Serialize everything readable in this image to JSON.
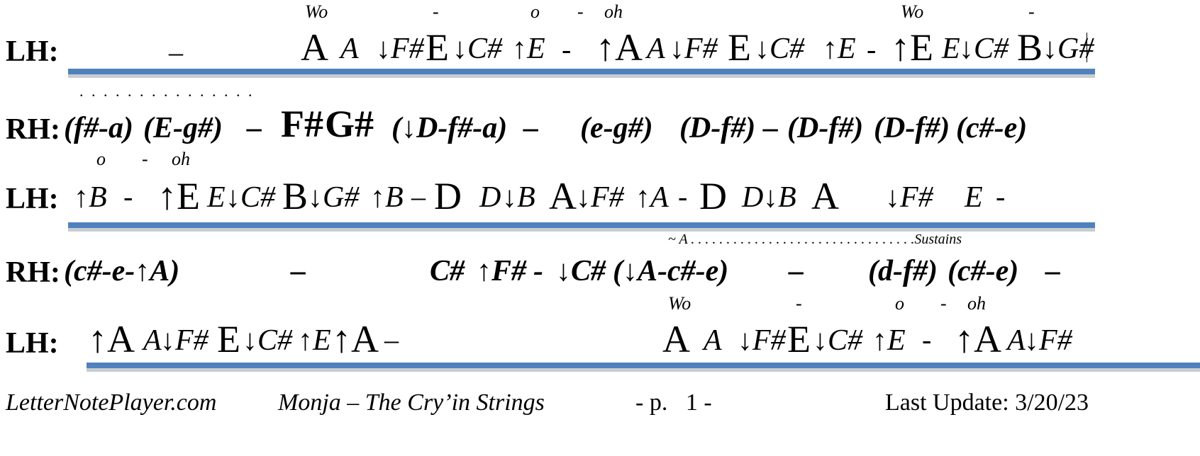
{
  "labels": {
    "lh": "LH:",
    "rh": "RH:"
  },
  "lyrics1": [
    "Wo",
    "-",
    "o",
    "-",
    "oh",
    "Wo",
    "-"
  ],
  "line1_notes": [
    "–",
    "A",
    "A",
    "↓F#",
    "E",
    "↓C#",
    "↑E",
    "-",
    "↑A",
    "A",
    "↓F#",
    "E",
    "↓C#",
    "↑E",
    "-",
    "↑E",
    "E",
    "↓C#",
    "B",
    "↓G#"
  ],
  "dots1": ". . . . . . . . . . . . . . .",
  "rh1_notes": [
    "(f#-a)",
    "(E-g#)",
    "–",
    "F#",
    "G#",
    "(↓D-f#-a)",
    "–",
    "(e-g#)",
    "(D-f#)",
    "–",
    "(D-f#)",
    "(D-f#)",
    "(c#-e)"
  ],
  "lyrics2": [
    "o",
    "-",
    "oh"
  ],
  "line2_notes": [
    "↑B",
    "-",
    "↑E",
    "E",
    "↓C#",
    "B",
    "↓G#",
    "↑B",
    "–",
    "D",
    "D",
    "↓B",
    "A",
    "↓F#",
    "↑A",
    "-",
    "D",
    "D",
    "↓B",
    "A",
    "↓F#",
    "E",
    "-"
  ],
  "sustain_note": "~ A . . . . . . . . . . . . . . . . . . . . . . . . . . . . . . . .Sustains",
  "rh2_notes": [
    "(c#-e-↑A)",
    "–",
    "C#",
    "↑F#",
    "-",
    "↓C#",
    "(↓A-c#-e)",
    "–",
    "(d-f#)",
    "(c#-e)",
    "–"
  ],
  "lyrics3": [
    "Wo",
    "-",
    "o",
    "-",
    "oh"
  ],
  "line3_notes": [
    "↑A",
    "A",
    "↓F#",
    "E",
    "↓C#",
    "↑E",
    "↑A",
    "–",
    "A",
    "A",
    "↓F#",
    "E",
    "↓C#",
    "↑E",
    "-",
    "↑A",
    "A",
    "↓F#"
  ],
  "footer": {
    "site": "LetterNotePlayer.com",
    "title": "Monja – The Cry’in Strings",
    "page": "- p.   1 -",
    "update": "Last Update: 3/20/23"
  },
  "colors": {
    "bar": "#4f81bd",
    "bar_shadow": "#c8ccd1"
  }
}
